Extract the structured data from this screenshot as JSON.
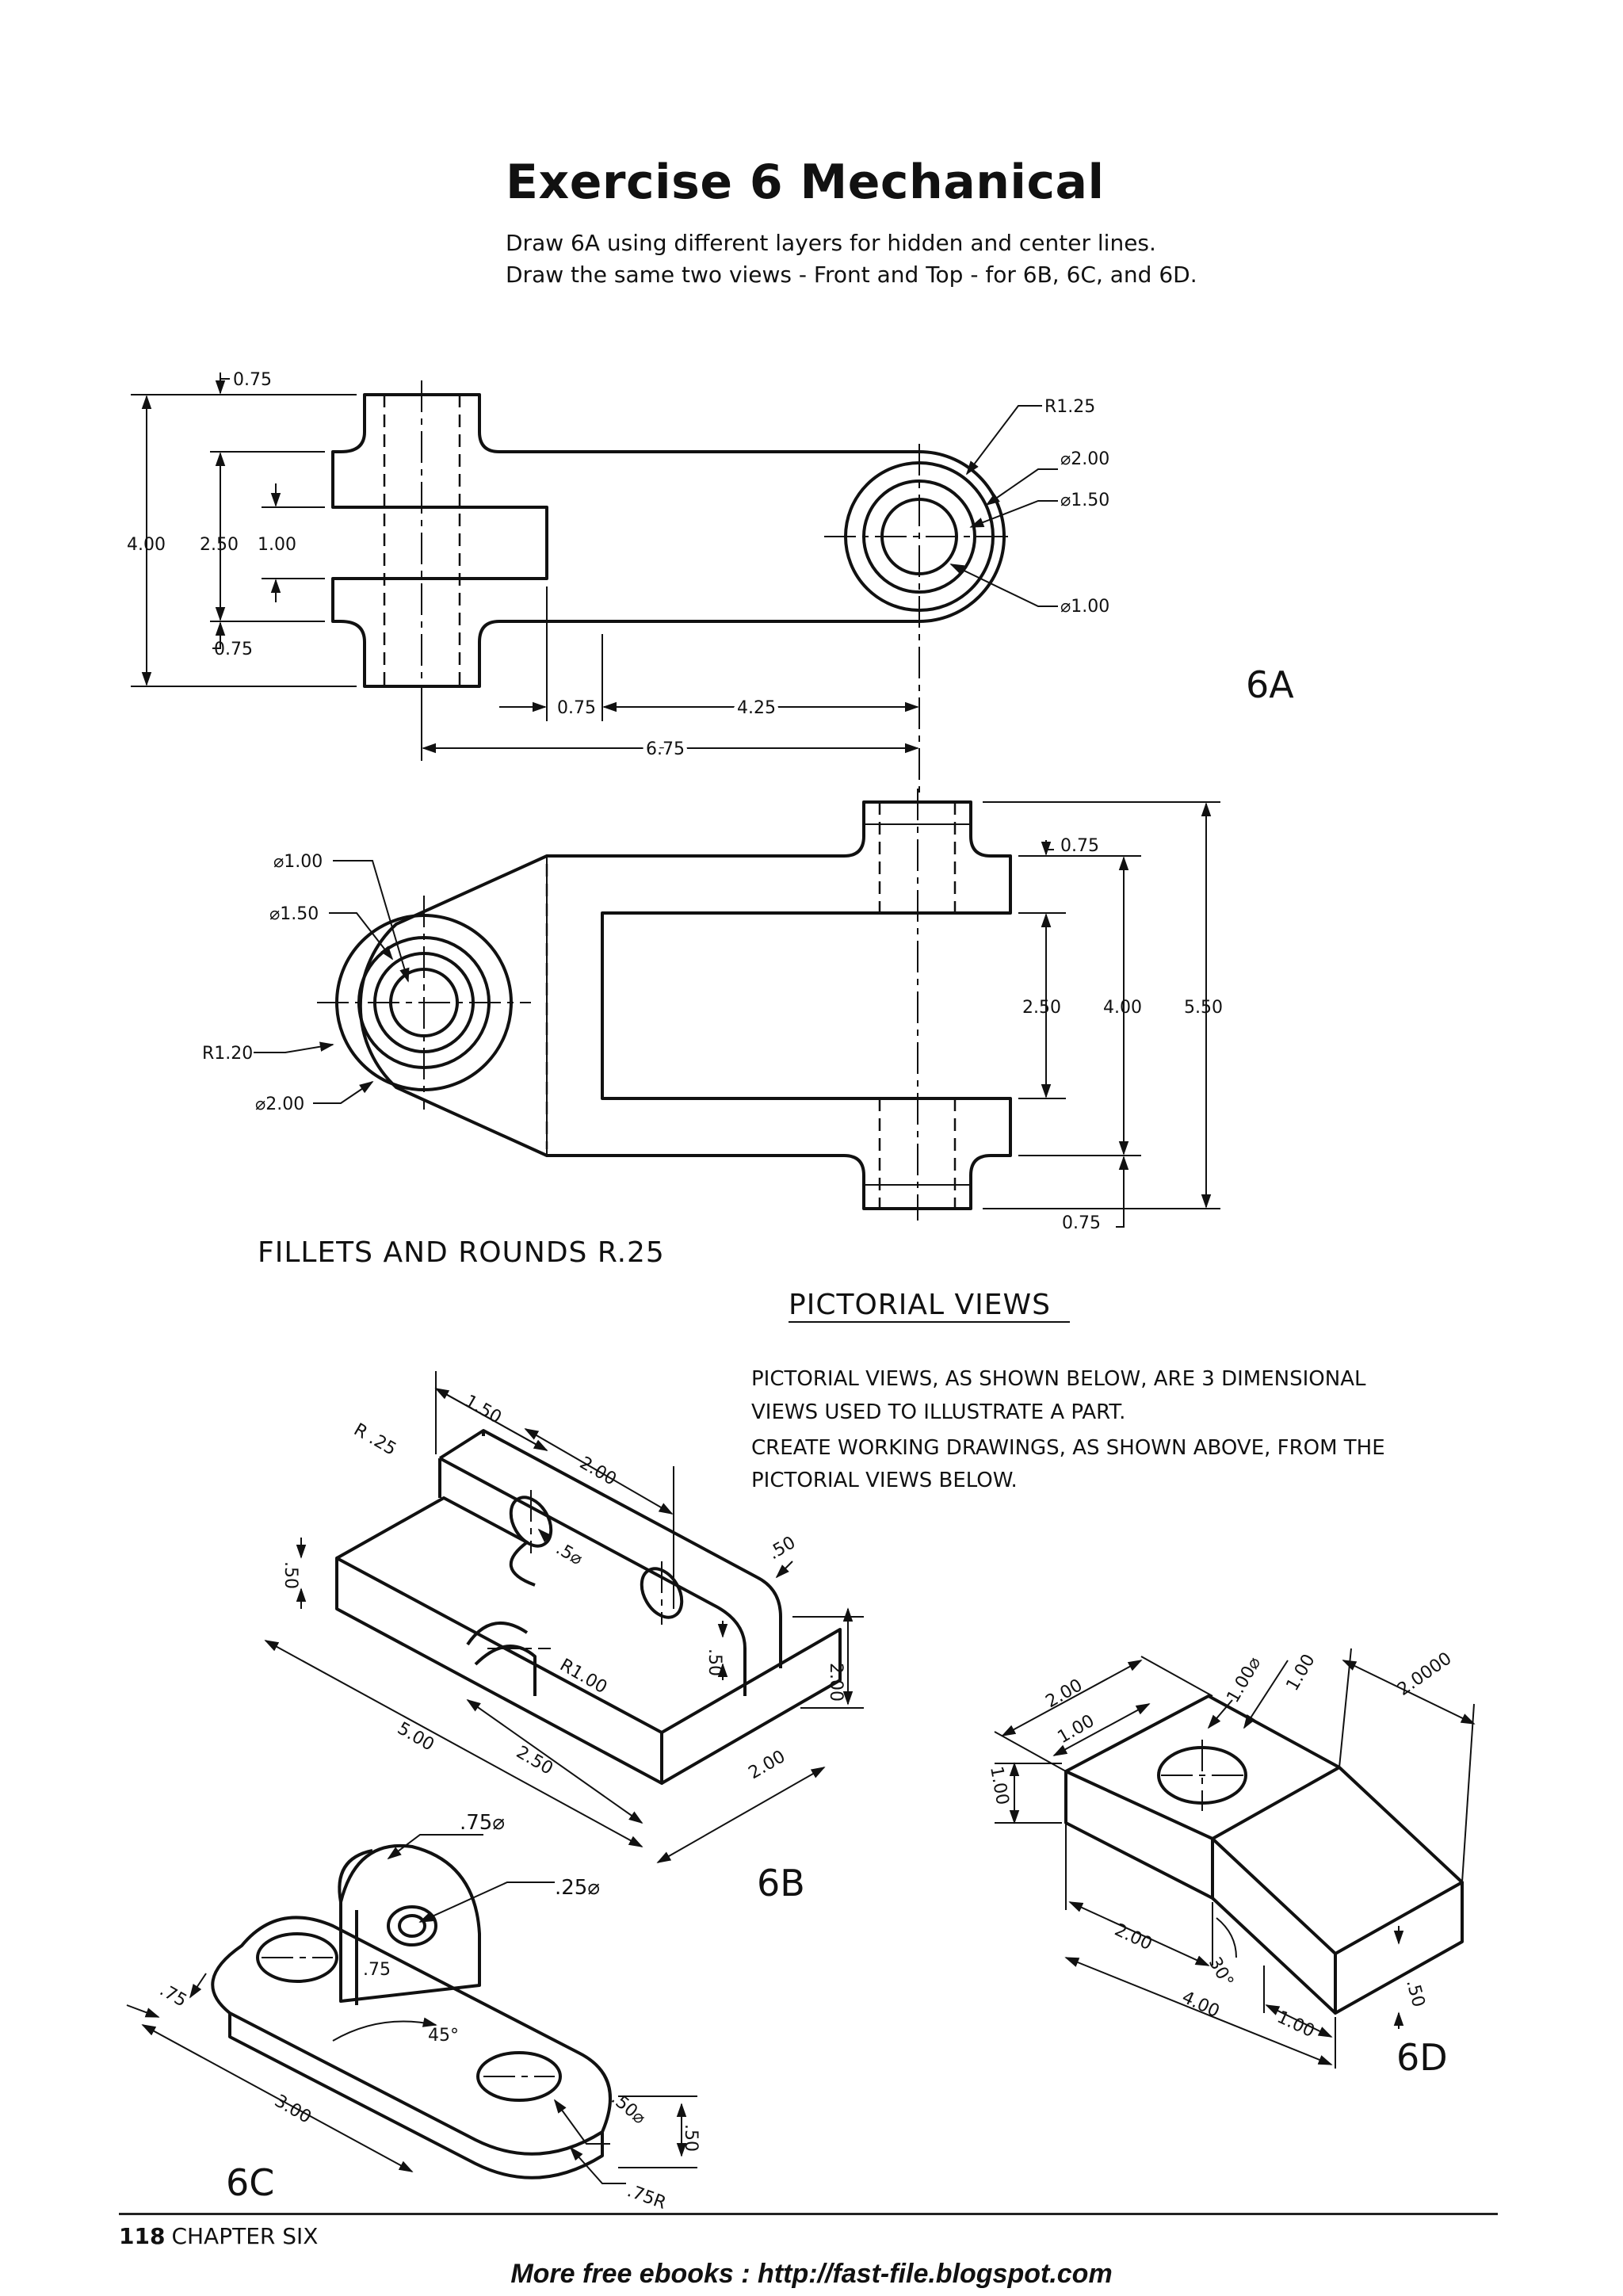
{
  "title": "Exercise 6  Mechanical",
  "instructions": [
    "Draw 6A using different layers for hidden and center lines.",
    "Draw the same two views - Front and Top - for 6B, 6C, and 6D."
  ],
  "view_6a": {
    "label": "6A",
    "dims": {
      "d075_top": "0.75",
      "d400": "4.00",
      "d250": "2.50",
      "d100": "1.00",
      "d075_bot": "0.75",
      "d075_h": "0.75",
      "d425": "4.25",
      "d675": "6.75",
      "r125": "R1.25",
      "dia200": "⌀2.00",
      "dia150": "⌀1.50",
      "dia100": "⌀1.00"
    }
  },
  "view_top": {
    "dims": {
      "dia100": "⌀1.00",
      "dia150": "⌀1.50",
      "r120": "R1.20",
      "dia200": "⌀2.00",
      "d075_top": "0.75",
      "d250": "2.50",
      "d400": "4.00",
      "d550": "5.50",
      "d075_bot": "0.75"
    },
    "note": "FILLETS AND ROUNDS R.25"
  },
  "pictorial": {
    "heading": "PICTORIAL VIEWS",
    "text": [
      "PICTORIAL VIEWS, AS SHOWN BELOW,  ARE 3 DIMENSIONAL",
      "VIEWS USED TO  ILLUSTRATE A PART.",
      "CREATE WORKING DRAWINGS, AS SHOWN ABOVE, FROM THE",
      "PICTORIAL VIEWS BELOW."
    ]
  },
  "view_6b": {
    "label": "6B",
    "dims": {
      "r25": "R .25",
      "d150": "1.50",
      "d200a": "2.00",
      "d50a": ".50",
      "d5dia": ".5⌀",
      "d50b": ".50",
      "d50c": ".50",
      "r100": "R1.00",
      "d200b": "2.00",
      "d500": "5.00",
      "d250": "2.50",
      "d200c": "2.00"
    }
  },
  "view_6c": {
    "label": "6C",
    "dims": {
      "d750dia": ".75⌀",
      "d250dia": ".25⌀",
      "d75a": ".75",
      "d75b": ".75",
      "a45": "45°",
      "d300": "3.00",
      "d50": ".50",
      "d500dia": ".50⌀",
      "r75": ".75R"
    }
  },
  "view_6d": {
    "label": "6D",
    "dims": {
      "d200a": "2.00",
      "d100a": "1.00",
      "d100dia": "1.00⌀",
      "d100b": "1.00",
      "d2000": "2.0000",
      "d100c": "1.00",
      "d200b": "2.00",
      "a30": "30°",
      "d400": "4.00",
      "d100d": "1.00",
      "d50": ".50"
    }
  },
  "footer": {
    "page": "118",
    "chapter": "CHAPTER SIX",
    "ad": "More free ebooks  :  http://fast-file.blogspot.com"
  }
}
